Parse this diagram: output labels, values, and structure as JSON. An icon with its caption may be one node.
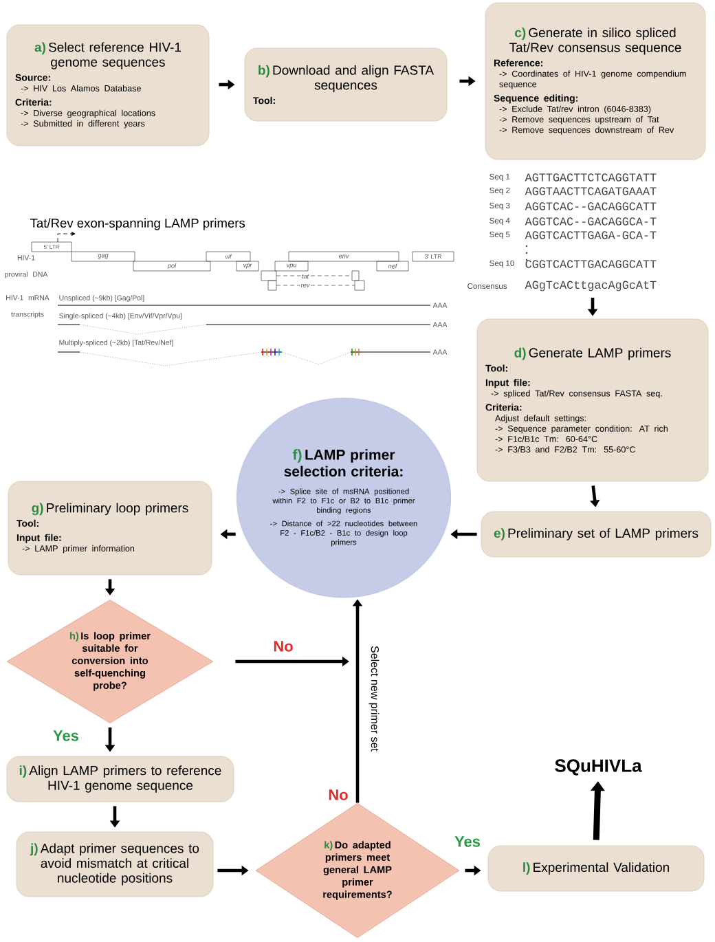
{
  "diagram": {
    "nodes": [
      {
        "text": [
          "a)",
          "Select reference HIV-1 genome sequences",
          "Source:",
          "-> HIV Los Alamos Database",
          "Criteria:",
          "-> Diverse geographical locations",
          "-> Submitted in different years"
        ]
      },
      {
        "text": [
          "b)",
          "Download and align FASTA sequences",
          "Tool:"
        ]
      },
      {
        "text": [
          "c)",
          "Generate in silico spliced Tat/Rev consensus sequence",
          "Reference:",
          "-> Coordinates of HIV-1 genome compendium sequence",
          "Sequence editing:",
          "-> Exclude Tat/rev intron (6046-8383)",
          "-> Remove sequences upstream of Tat",
          "-> Remove sequences downstream of Rev"
        ]
      },
      {
        "text": [
          "d)",
          "Generate LAMP primers",
          "Tool:",
          "Input file:",
          "-> spliced Tat/Rev consensus FASTA seq.",
          "Criteria:",
          "Adjust default settings:",
          "-> Sequence parameter condition: AT rich",
          "-> F1c/B1c Tm: 60-64°C",
          "-> F3/B3 and F2/B2 Tm: 55-60°C"
        ]
      },
      {
        "text": [
          "e)",
          "Preliminary set of LAMP primers"
        ]
      },
      {
        "text": [
          "f)",
          "LAMP primer selection criteria:",
          "-> Splice site of msRNA positioned within F2 to F1c or B2 to B1c primer binding regions",
          "-> Distance of >22 nucleotides between F2 - F1c/B2 - B1c to design loop primers"
        ]
      },
      {
        "text": [
          "g)",
          "Preliminary loop primers",
          "Tool:",
          "Input file:",
          "-> LAMP primer information"
        ]
      },
      {
        "text": [
          "h)",
          "Is loop primer suitable for conversion into self-quenching probe?"
        ]
      },
      {
        "text": [
          "i)",
          "Align LAMP primers to reference HIV-1 genome sequence"
        ]
      },
      {
        "text": [
          "j)",
          "Adapt primer sequences to avoid mismatch at critical nucleotide positions"
        ]
      },
      {
        "text": [
          "k)",
          "Do adapted primers meet general LAMP primer requirements?"
        ]
      },
      {
        "text": [
          "l)",
          "Experimental Validation"
        ]
      },
      {
        "text": [
          "SQuHIVLa"
        ]
      },
      {
        "text": [
          "AGgTcACttgacAgGcAtT"
        ]
      }
    ],
    "edges": [
      {
        "from": 0,
        "to": 1,
        "arrow": "to"
      },
      {
        "from": 1,
        "to": 2,
        "arrow": "to"
      },
      {
        "from": 13,
        "to": 3,
        "arrow": "to"
      },
      {
        "from": 3,
        "to": 4,
        "arrow": "to"
      },
      {
        "from": 4,
        "to": 5,
        "arrow": "to"
      },
      {
        "from": 5,
        "to": 6,
        "arrow": "to"
      },
      {
        "from": 6,
        "to": 7,
        "arrow": "to"
      },
      {
        "from": 7,
        "to": null,
        "arrow": "to",
        "label": "No"
      },
      {
        "from": 7,
        "to": 8,
        "arrow": "to",
        "label": "Yes"
      },
      {
        "from": 8,
        "to": 9,
        "arrow": "to"
      },
      {
        "from": 9,
        "to": 10,
        "arrow": "to"
      },
      {
        "from": 10,
        "to": 5,
        "arrow": "to",
        "label": "Select new primer set"
      },
      {
        "from": 10,
        "to": 11,
        "arrow": "to",
        "label": "Yes"
      },
      {
        "from": 11,
        "to": 12,
        "arrow": "to",
        "style": "thick"
      }
    ],
    "labels": [
      "Seq 1",
      "AGTTGACTTCTCAGGTATT",
      "Seq 2",
      "AGGTAACTTCAGATGAAAT",
      "Seq 3",
      "AGGTCAC--GACAGGCATT",
      "Seq 4",
      "AGGTCAC--GACAGGCA-T",
      "Seq 5",
      "AGGTCACTTGAGA-GCA-T",
      "Seq 10",
      "CGGTCACTTGACAGGCATT",
      "Consensus",
      "Tat/Rev exon-spanning LAMP primers",
      "5' LTR",
      "HIV-1 proviral DNA",
      "gag",
      "vif",
      "env",
      "3' LTR",
      "pol",
      "vpr",
      "vpu",
      "nef",
      "tat",
      "rev",
      "HIV-1 mRNA transcripts",
      "Unspliced (~9kb) [Gag/Pol]",
      "AAA",
      "Single-spliced (~4kb) [Env/Vif/Vpr/Vpu]",
      "AAA",
      "Multiply-spliced (~2kb) [Tat/Rev/Nef]",
      "AAA",
      "No"
    ]
  }
}
